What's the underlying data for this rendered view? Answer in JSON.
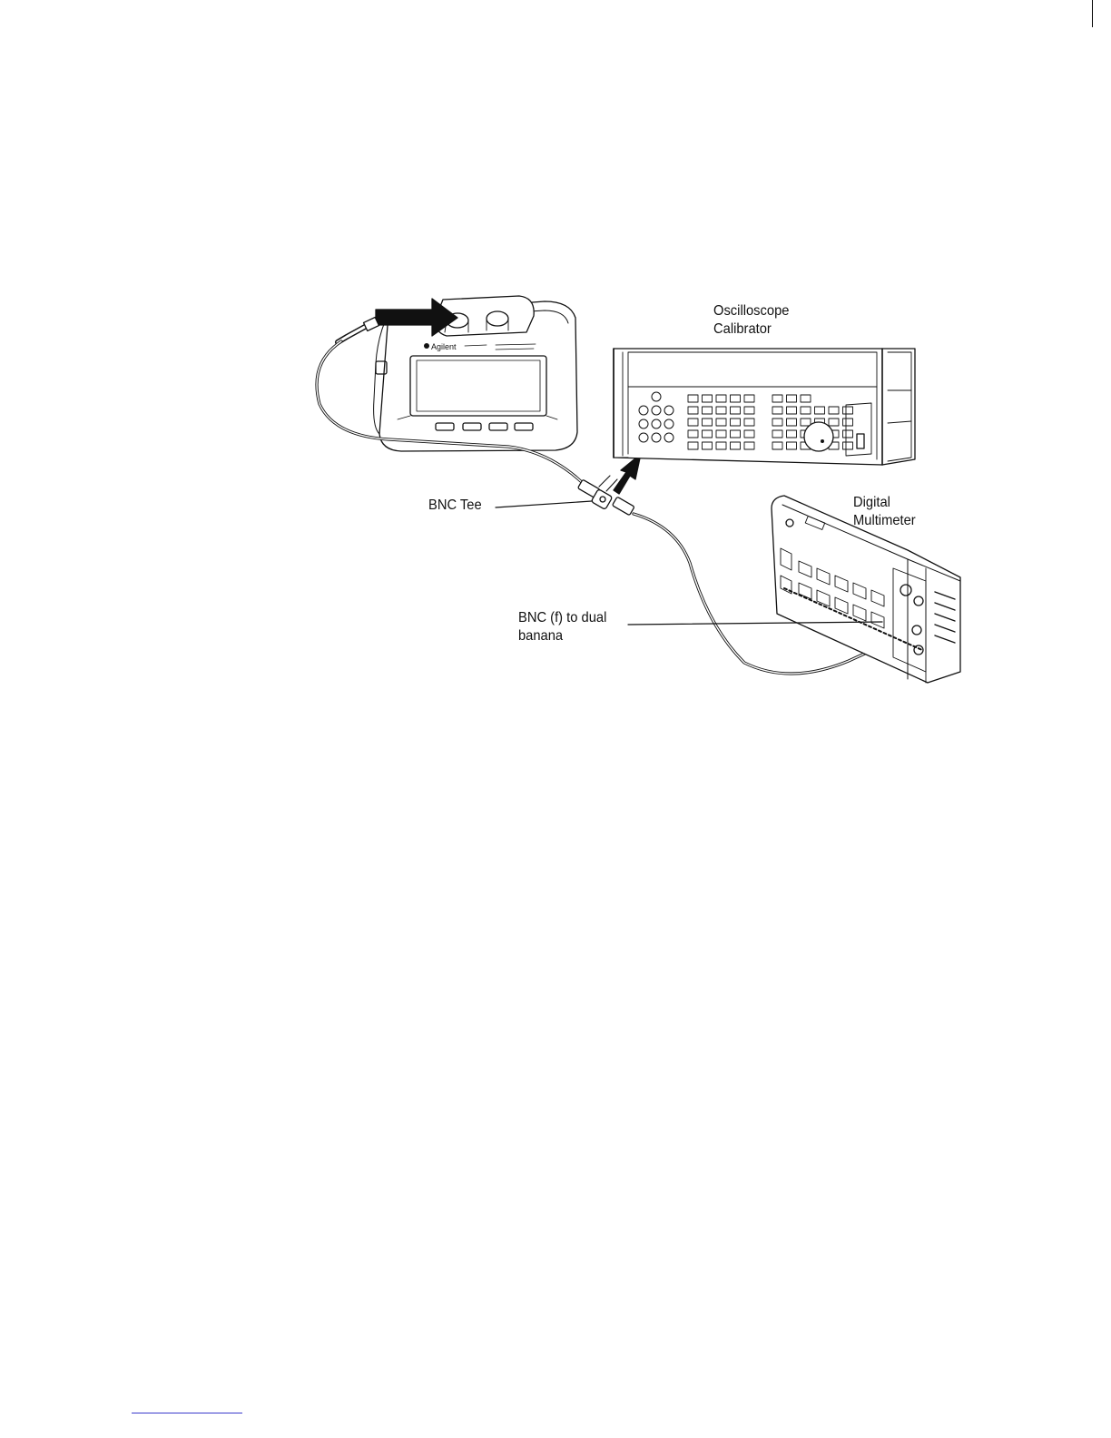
{
  "labels": {
    "oscilloscope_calibrator": "Oscilloscope\nCalibrator",
    "digital_multimeter": "Digital\nMultimeter",
    "bnc_tee": "BNC Tee",
    "bnc_dual_banana": "BNC (f) to dual\nbanana"
  },
  "handheld_brand": "Agilent",
  "colors": {
    "line": "#111111",
    "background": "#ffffff",
    "footer_rule": "#3a3acc"
  }
}
